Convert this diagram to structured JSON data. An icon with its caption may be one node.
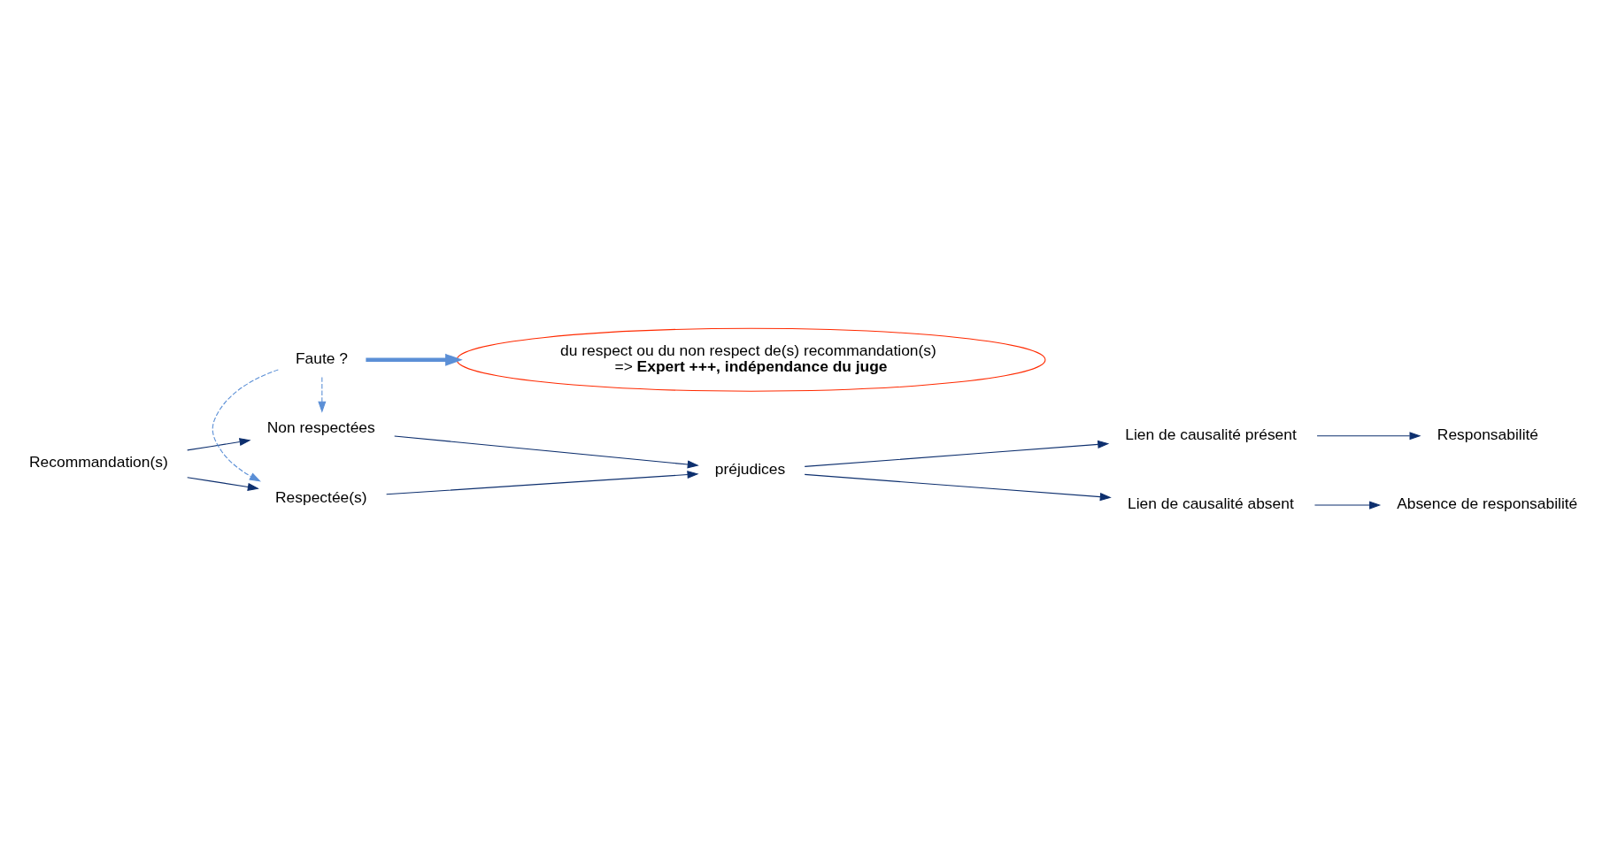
{
  "diagram": {
    "nodes": [
      {
        "text": [
          "du respect ou du non respect de(s) recommandation(s)",
          "=> **Expert +++, indépendance du juge**"
        ]
      },
      {
        "text": [
          "Responsabilité"
        ]
      },
      {
        "text": [
          "Respectée(s)"
        ]
      },
      {
        "text": [
          "Lien de causalité présent"
        ]
      },
      {
        "text": [
          "Recommandation(s)"
        ]
      },
      {
        "text": [
          "Faute ?"
        ]
      },
      {
        "text": [
          "préjudices"
        ]
      },
      {
        "text": [
          "Non respectées"
        ]
      },
      {
        "text": [
          "Lien de causalité absent"
        ]
      },
      {
        "text": [
          "Absence de responsabilité"
        ]
      }
    ],
    "edges": [
      {
        "from": 4,
        "to": 2,
        "arrow": "to"
      },
      {
        "from": 4,
        "to": 7,
        "arrow": "to"
      },
      {
        "from": 5,
        "to": 2,
        "arrow": "to",
        "style": "dashed",
        "color": "#5b8fd6"
      },
      {
        "from": 5,
        "to": 7,
        "arrow": "to",
        "style": "dashed",
        "color": "#5b8fd6"
      },
      {
        "from": 5,
        "to": 0,
        "arrow": "to",
        "style": "thick",
        "color": "#5b8fd6"
      },
      {
        "from": 2,
        "to": 6,
        "arrow": "to"
      },
      {
        "from": 7,
        "to": 6,
        "arrow": "to"
      },
      {
        "from": 6,
        "to": 3,
        "arrow": "to"
      },
      {
        "from": 6,
        "to": 8,
        "arrow": "to"
      },
      {
        "from": 3,
        "to": 1,
        "arrow": "to"
      },
      {
        "from": 8,
        "to": 9,
        "arrow": "to"
      }
    ]
  }
}
